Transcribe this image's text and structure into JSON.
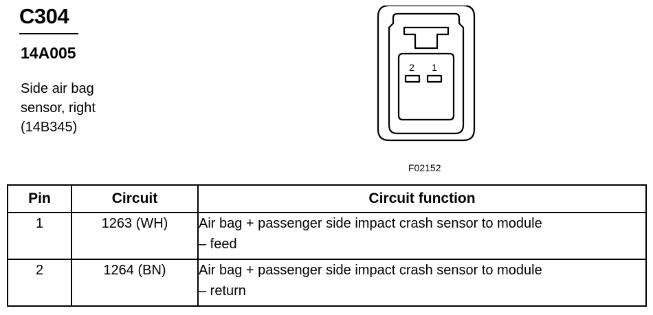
{
  "header": {
    "connector_id": "C304",
    "part_number": "14A005",
    "description_lines": [
      "Side air bag",
      "sensor, right",
      "(14B345)"
    ]
  },
  "figure": {
    "code": "F02152",
    "pin_labels": [
      "2",
      "1"
    ]
  },
  "table": {
    "columns": [
      "Pin",
      "Circuit",
      "Circuit function"
    ],
    "rows": [
      {
        "pin": "1",
        "circuit": "1263 (WH)",
        "function_lines": [
          "Air bag + passenger side impact  crash sensor to module",
          "– feed"
        ]
      },
      {
        "pin": "2",
        "circuit": "1264 (BN)",
        "function_lines": [
          "Air bag + passenger side impact  crash sensor to module",
          "– return"
        ]
      }
    ]
  }
}
